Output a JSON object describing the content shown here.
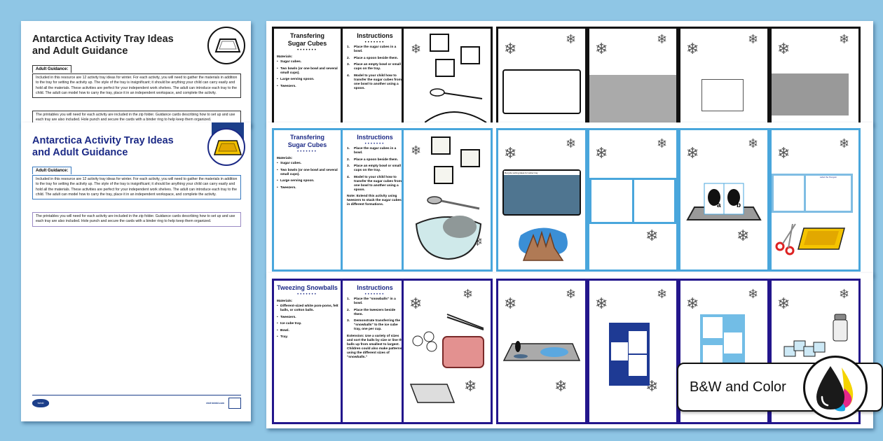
{
  "colors": {
    "background": "#8fc6e5",
    "navy": "#1c2a86",
    "light_blue": "#49a6dc",
    "dark_blue": "#23168c",
    "black": "#111111"
  },
  "document": {
    "title_line1": "Antarctica Activity Tray Ideas",
    "title_line2": "and Adult Guidance",
    "section_label": "Adult Guidance:",
    "paragraph1": "Included in this resource are 12 activity tray ideas for winter. For each activity, you will need to gather the materials in addition to the tray for setting the activity up. The style of the tray is insignificant; it should be anything your child can carry easily and hold all the materials. These activities are perfect for your independent work shelves. The adult can introduce each tray to the child. The adult can model how to carry the tray, place it in an independent workspace, and complete the activity.",
    "paragraph2": "The printables you will need for each activity are included in the zip folder. Guidance cards describing how to set up and use each tray are also included. Hole punch and secure the cards with a binder ring to help keep them organized.",
    "logo_text": "twinkl",
    "site_text": "visit twinkl.com"
  },
  "cards": {
    "sugar_cubes": {
      "title_line1": "Transfering",
      "title_line2": "Sugar Cubes",
      "dots": "•••••••",
      "materials_label": "Materials:",
      "materials": [
        "Sugar cubes.",
        "Two bowls (or one bowl and several small cups).",
        "Large serving spoon.",
        "Tweezers."
      ],
      "instructions_title": "Instructions",
      "instructions": [
        {
          "n": "1.",
          "text": "Place the sugar cubes in a bowl."
        },
        {
          "n": "2.",
          "text": "Place a spoon beside them."
        },
        {
          "n": "3.",
          "text": "Place an empty bowl or small cups on the tray."
        },
        {
          "n": "4.",
          "text": "Model to your child how to transfer the sugar cubes from one bowl to another using a spoon."
        }
      ],
      "note": "Note: Extend this activity using tweezers to stack the sugar cubes in different formations."
    },
    "snowballs": {
      "title": "Tweezing Snowballs",
      "dots": "•••••••",
      "materials_label": "Materials:",
      "materials": [
        "Different-sized white pom-poms, felt balls, or cotton balls.",
        "Tweezers.",
        "Ice cube tray.",
        "Bowl.",
        "Tray."
      ],
      "instructions_title": "Instructions",
      "instructions": [
        {
          "n": "1.",
          "text": "Place the \"snowballs\" in a bowl."
        },
        {
          "n": "2.",
          "text": "Place the tweezers beside them."
        },
        {
          "n": "3.",
          "text": "Demonstrate transferring the \"snowballs\" to the ice cube tray, one per cup."
        }
      ],
      "note": "Extension: Use a variety of sizes and sort the balls by size or line the balls up from smallest to largest. Children could also make patterns using the different sizes of \"snowballs.\""
    },
    "card_labels": {
      "narwhal_caption": "Recycle sorting ideas for winter tray",
      "penguin_letters": [
        "a",
        "b"
      ],
      "label_penguin": "Label the Penguin"
    }
  },
  "badge": {
    "text": "B&W and Color"
  }
}
